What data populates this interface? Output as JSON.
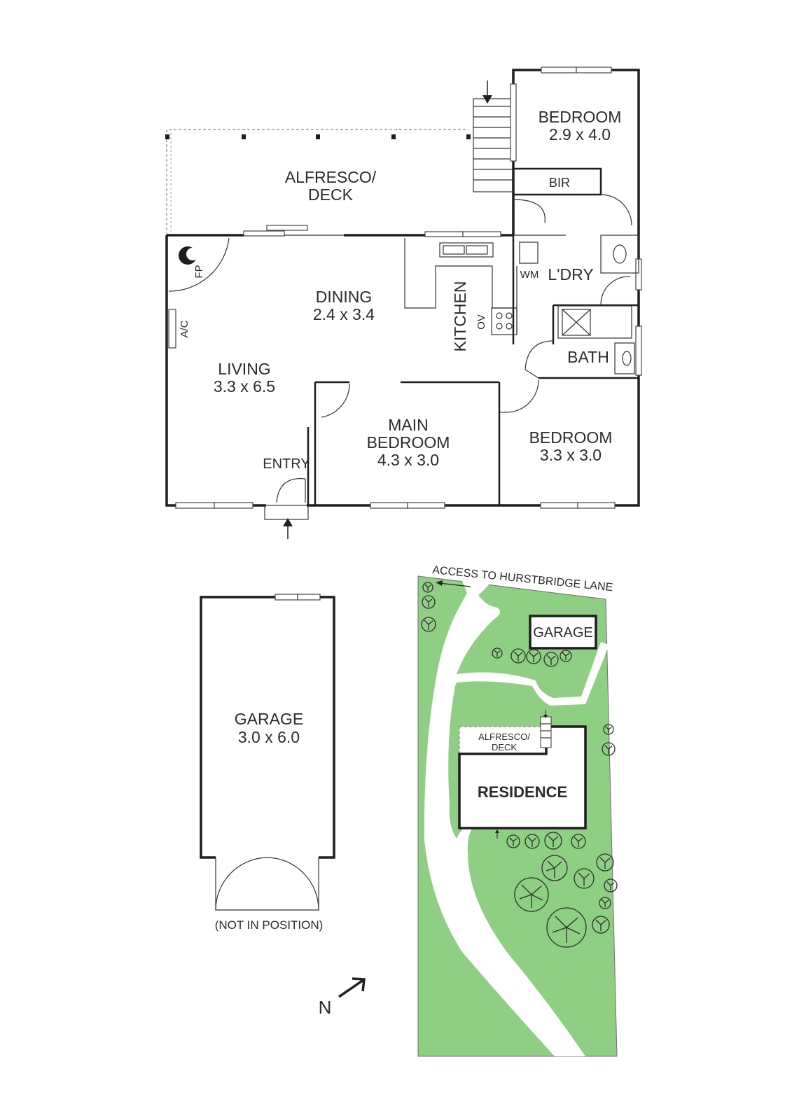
{
  "floor_plan": {
    "rooms": {
      "bedroom2": {
        "name": "BEDROOM",
        "size": "2.9 x 4.0"
      },
      "bir": {
        "name": "BIR"
      },
      "alfresco": {
        "line1": "ALFRESCO/",
        "line2": "DECK"
      },
      "dining": {
        "name": "DINING",
        "size": "2.4 x 3.4"
      },
      "kitchen": {
        "name": "KITCHEN"
      },
      "ov": {
        "name": "OV"
      },
      "laundry": {
        "name": "L'DRY"
      },
      "wm": {
        "name": "WM"
      },
      "bath": {
        "name": "BATH"
      },
      "fp": {
        "name": "FP"
      },
      "ac": {
        "name": "A/C"
      },
      "living": {
        "name": "LIVING",
        "size": "3.3 x 6.5"
      },
      "entry": {
        "name": "ENTRY"
      },
      "main_bedroom": {
        "line1": "MAIN",
        "line2": "BEDROOM",
        "size": "4.3 x 3.0"
      },
      "bedroom3": {
        "name": "BEDROOM",
        "size": "3.3 x 3.0"
      }
    }
  },
  "garage_plan": {
    "name": "GARAGE",
    "size": "3.0 x 6.0",
    "note": "(NOT IN POSITION)"
  },
  "site_plan": {
    "access": "ACCESS TO HURSTBRIDGE LANE",
    "garage": "GARAGE",
    "alfresco_line1": "ALFRESCO/",
    "alfresco_line2": "DECK",
    "residence": "RESIDENCE"
  },
  "compass": {
    "label": "N"
  },
  "colors": {
    "grass": "#8fcf83",
    "walls": "#1e1e1e",
    "text": "#2b2b2b"
  }
}
